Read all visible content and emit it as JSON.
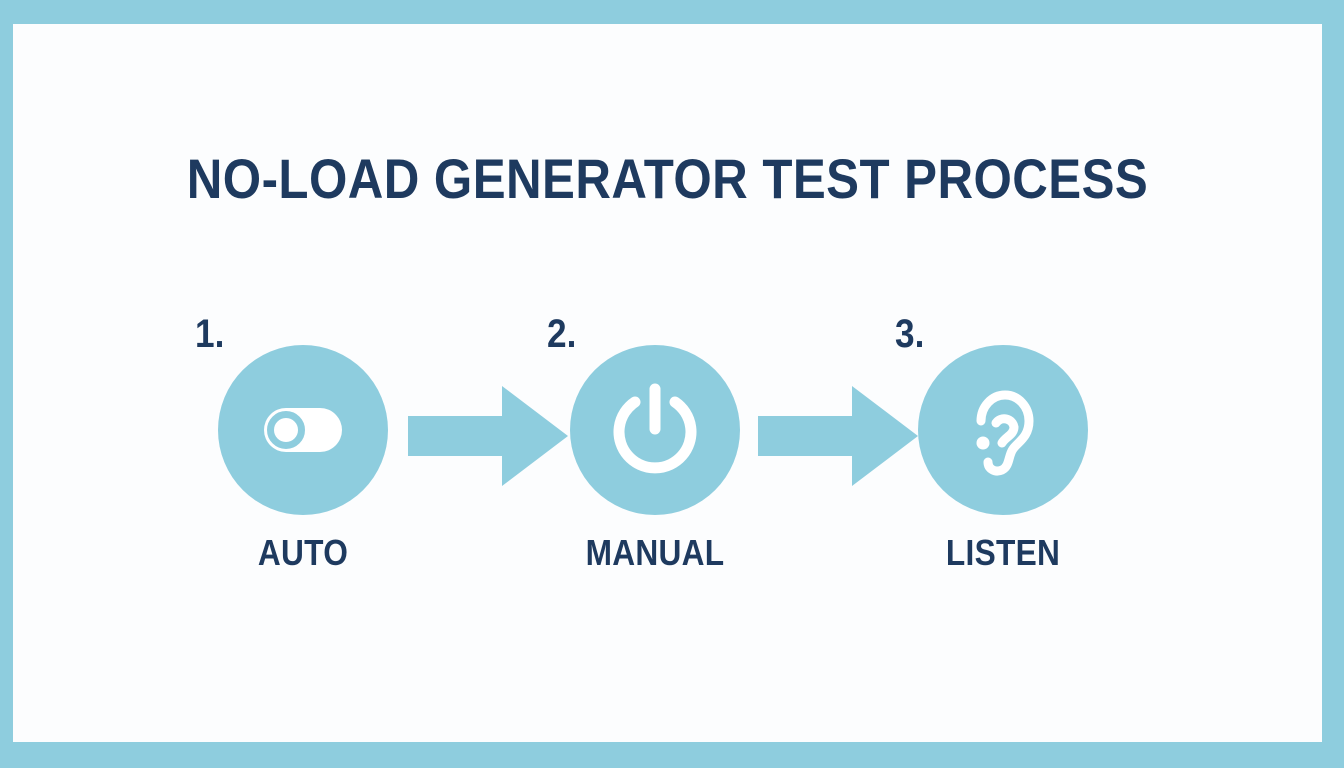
{
  "slide": {
    "title": "NO-LOAD GENERATOR TEST PROCESS",
    "background_color": "#FCFDFE",
    "border_color": "#8ECDDE",
    "accent_color": "#8ECDDE",
    "text_color": "#1E3A5F"
  },
  "steps": [
    {
      "number": "1.",
      "label": "AUTO",
      "icon": "toggle-switch-icon"
    },
    {
      "number": "2.",
      "label": "MANUAL",
      "icon": "power-button-icon"
    },
    {
      "number": "3.",
      "label": "LISTEN",
      "icon": "ear-icon"
    }
  ],
  "arrows": [
    {
      "name": "arrow-right-icon",
      "from": "AUTO",
      "to": "MANUAL"
    },
    {
      "name": "arrow-right-icon",
      "from": "MANUAL",
      "to": "LISTEN"
    }
  ]
}
